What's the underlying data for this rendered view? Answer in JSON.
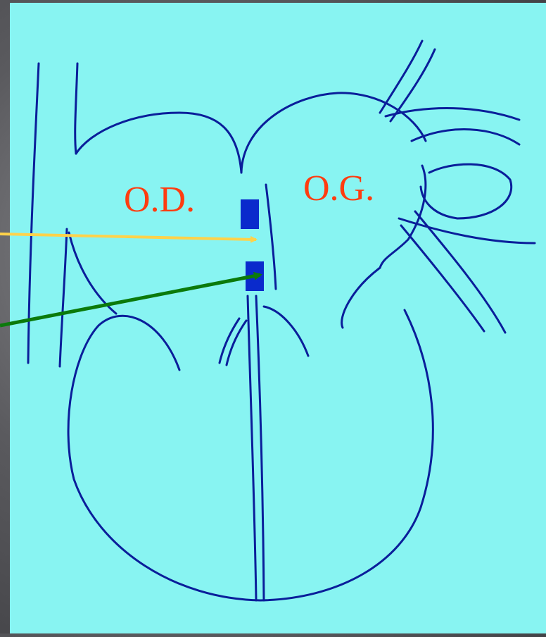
{
  "labels": {
    "right_atrium": "O.D.",
    "left_atrium": "O.G."
  },
  "colors": {
    "background_panel": "#88f4f2",
    "outline": "#0a1e9a",
    "septum_patch": "#0a2acc",
    "label_text": "#ff3c10",
    "arrow_upper": "#ffd24a",
    "arrow_lower": "#0b7a0b"
  },
  "arrows": [
    {
      "name": "upper-arrow",
      "color_role": "arrow_upper",
      "points_to": "upper-septal-patch"
    },
    {
      "name": "lower-arrow",
      "color_role": "arrow_lower",
      "points_to": "lower-septal-patch"
    }
  ]
}
